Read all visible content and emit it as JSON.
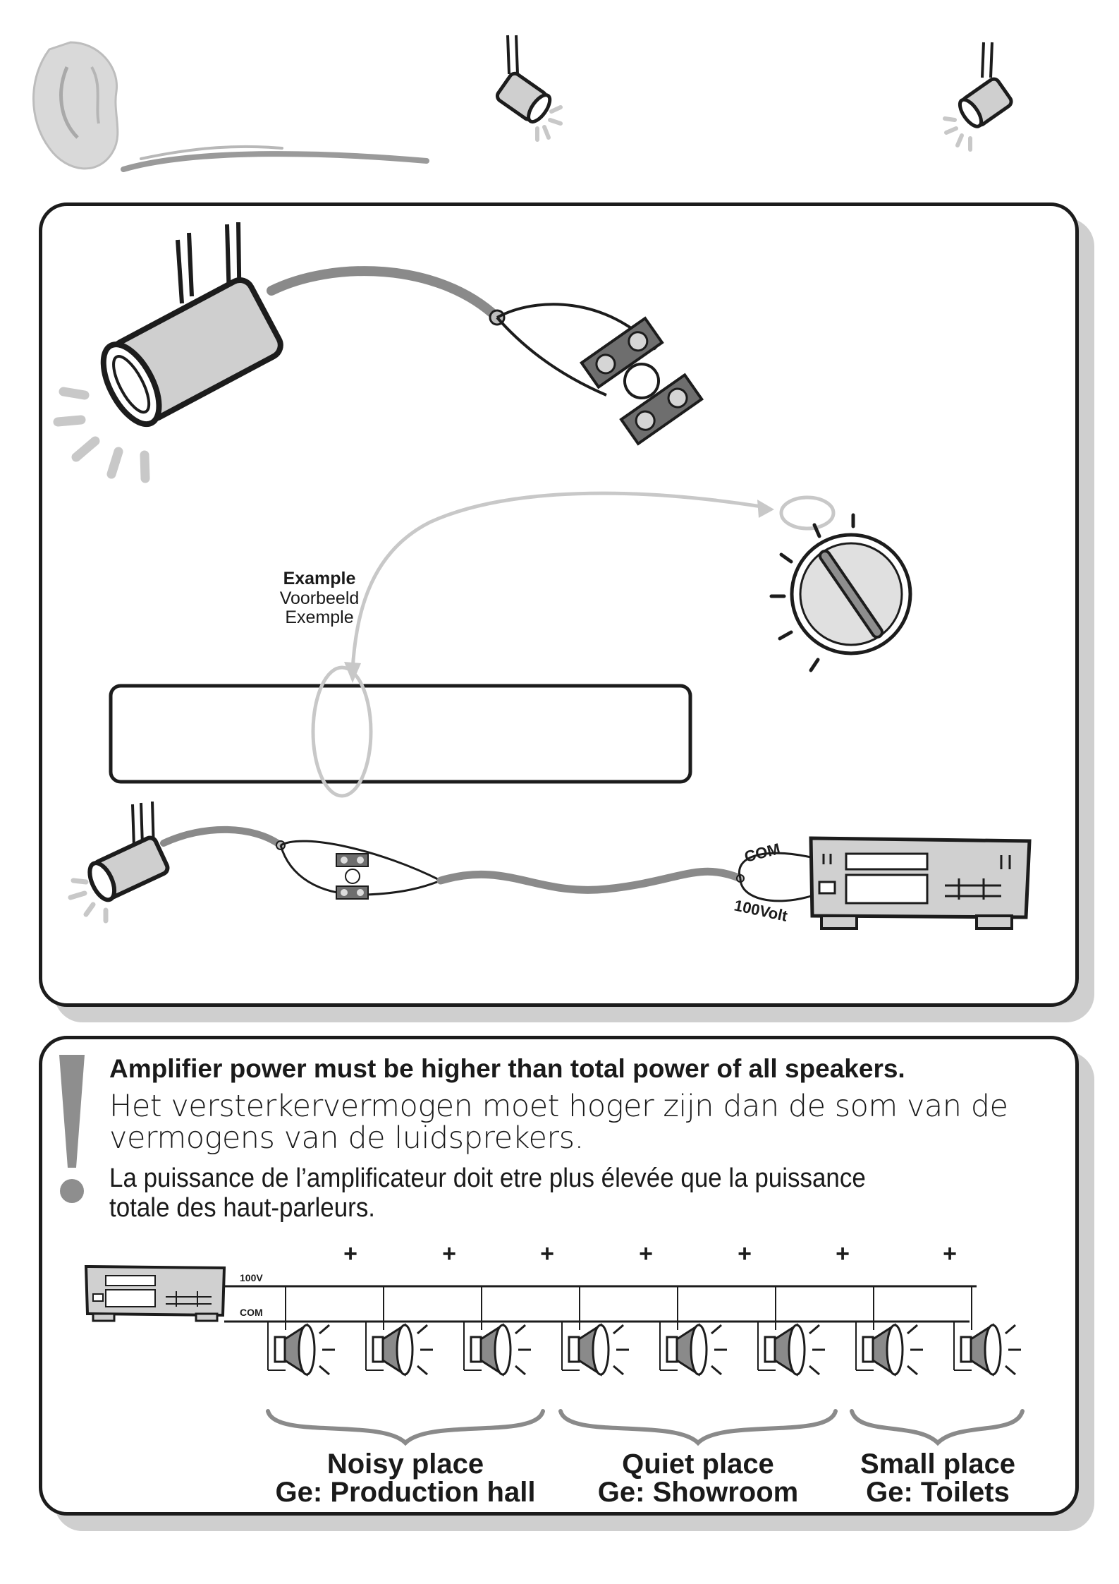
{
  "example": {
    "en": "Example",
    "nl": "Voorbeeld",
    "fr": "Exemple"
  },
  "amplifier_terminals": {
    "com": "COM",
    "hundred_volt": "100Volt"
  },
  "note": {
    "en": "Amplifier power must be higher than total power of all speakers.",
    "nl_line1": "Het versterkervermogen moet hoger zijn dan de som van de",
    "nl_line2": "vermogens van de luidsprekers.",
    "fr_line1": "La puissance de l’amplificateur doit etre plus élevée que la puissance",
    "fr_line2": "totale des haut-parleurs."
  },
  "wiring_diagram": {
    "line_100v": "100V",
    "line_com": "COM",
    "plus_marks": [
      "+",
      "+",
      "+",
      "+",
      "+",
      "+",
      "+"
    ],
    "speaker_count": 8
  },
  "zones": [
    {
      "name": "Noisy place",
      "example": "Ge: Production hall"
    },
    {
      "name": "Quiet place",
      "example": "Ge: Showroom"
    },
    {
      "name": "Small place",
      "example": "Ge: Toilets"
    }
  ],
  "colors": {
    "outline": "#1c1c1c",
    "cable_gray": "#8a8a8a",
    "light_gray": "#c8c8c8",
    "shadow": "#cfcfcf"
  }
}
